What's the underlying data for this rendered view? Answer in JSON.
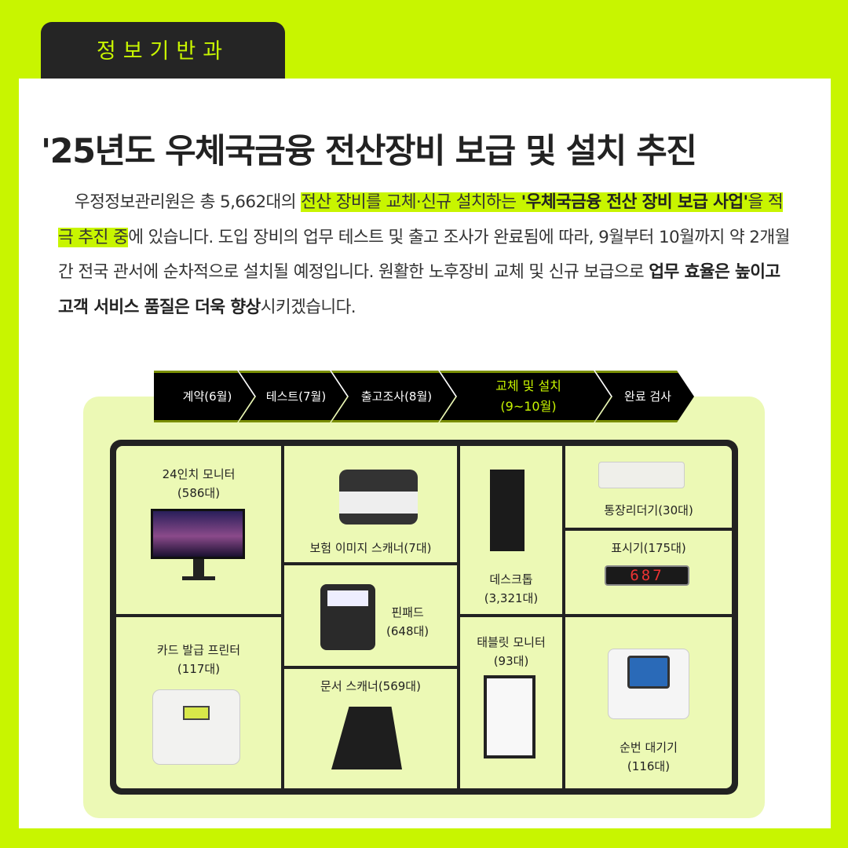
{
  "department_tab": "정보기반과",
  "title": "'25년도 우체국금융 전산장비 보급 및 설치 추진",
  "paragraph": {
    "p1": "우정정보관리원은 총 5,662대의 ",
    "p2": "전산 장비를 교체·신규 설치하는 ",
    "p3": "'우체국금융 전산 장비 보급 사업'",
    "p4": "을 적극 추진 중",
    "p5": "에 있습니다. 도입 장비의 업무 테스트 및 출고 조사가 완료됨에 따라,  9월부터 10월까지 약 2개월간 전국 관서에 순차적으로 설치될 예정입니다. 원활한 노후장비 교체 및 신규 보급으로 ",
    "p6": "업무 효율은 높이고 고객 서비스 품질은 더욱 향상",
    "p7": "시키겠습니다."
  },
  "timeline": [
    {
      "label": "계약(6월)"
    },
    {
      "label": "테스트(7월)"
    },
    {
      "label": "출고조사(8월)"
    },
    {
      "label": "교체 및 설치",
      "sub": "(9~10월)",
      "active": true
    },
    {
      "label": "완료 검사"
    }
  ],
  "devices": {
    "monitor": {
      "name": "24인치 모니터",
      "count": "(586대)"
    },
    "insurance_scanner": {
      "name": "보험 이미지 스캐너(7대)"
    },
    "desktop": {
      "name": "데스크톱",
      "count": "(3,321대)"
    },
    "passbook_reader": {
      "name": "통장리더기(30대)"
    },
    "display": {
      "name": "표시기(175대)",
      "screen": "687"
    },
    "pinpad": {
      "name": "핀패드",
      "count": "(648대)"
    },
    "card_printer": {
      "name": "카드 발급 프린터",
      "count": "(117대)"
    },
    "doc_scanner": {
      "name": "문서 스캐너(569대)"
    },
    "tablet_monitor": {
      "name": "태블릿 모니터",
      "count": "(93대)"
    },
    "queue_machine": {
      "name": "순번 대기기",
      "count": "(116대)"
    }
  },
  "colors": {
    "accent": "#c8f500",
    "panel": "#ecf9b5",
    "dark": "#222222"
  }
}
